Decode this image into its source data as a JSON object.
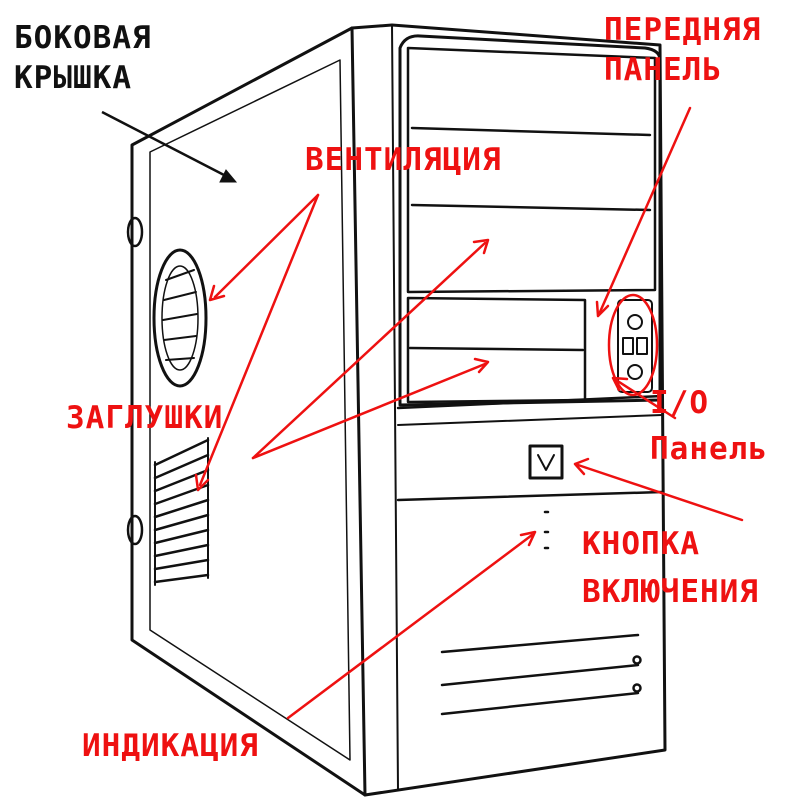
{
  "colors": {
    "label_black": "#111111",
    "label_red": "#ee1111",
    "line": "#111111",
    "arrow": "#ee1111",
    "background": "#ffffff"
  },
  "labels": {
    "side_cover": "БОКОВАЯ\nКРЫШКА",
    "front_panel": "ПЕРЕДНЯЯ\nПАНЕЛЬ",
    "ventilation": "ВЕНТИЛЯЦИЯ",
    "blanks": "ЗАГЛУШКИ",
    "io_panel": "I/O\nПанель",
    "power_button": "КНОПКА\nВКЛЮЧЕНИЯ",
    "indication": "ИНДИКАЦИЯ"
  },
  "icons": {
    "case": "pc-tower-case-drawing",
    "fan": "fan-grille-icon",
    "power": "power-button-icon",
    "usb": "usb-port-icon"
  }
}
